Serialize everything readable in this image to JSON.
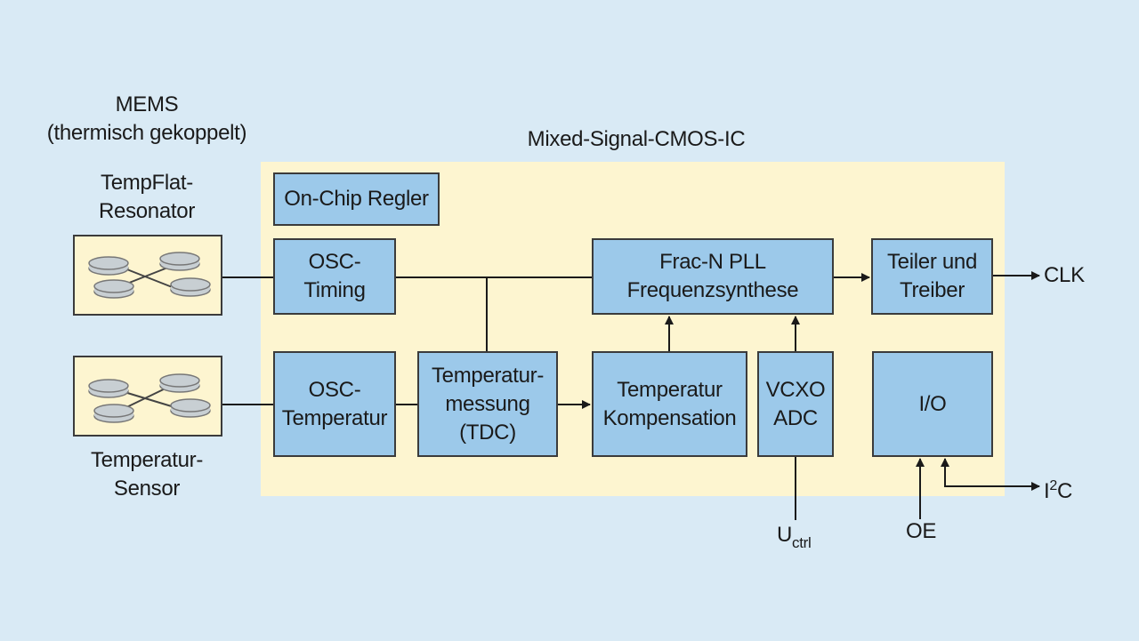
{
  "labels": {
    "mems_title_line1": "MEMS",
    "mems_title_line2": "(thermisch gekoppelt)",
    "ic_title": "Mixed-Signal-CMOS-IC",
    "resonator_line1": "TempFlat-",
    "resonator_line2": "Resonator",
    "sensor_line1": "Temperatur-",
    "sensor_line2": "Sensor",
    "clk": "CLK",
    "ctrl_main": "U",
    "ctrl_sub": "ctrl",
    "oe": "OE",
    "i2c_main": "I",
    "i2c_sup": "2",
    "i2c_tail": "C"
  },
  "blocks": {
    "regler": "On-Chip Regler",
    "osc_timing_line1": "OSC-",
    "osc_timing_line2": "Timing",
    "osc_temp_line1": "OSC-",
    "osc_temp_line2": "Temperatur",
    "tdc_line1": "Temperatur-",
    "tdc_line2": "messung",
    "tdc_line3": "(TDC)",
    "pll_line1": "Frac-N PLL",
    "pll_line2": "Frequenzsynthese",
    "komp_line1": "Temperatur",
    "komp_line2": "Kompensation",
    "vcxo_line1": "VCXO",
    "vcxo_line2": "ADC",
    "teiler_line1": "Teiler und",
    "teiler_line2": "Treiber",
    "io": "I/O"
  },
  "colors": {
    "background": "#d9eaf5",
    "ic_area": "#fdf5d0",
    "block_fill": "#9cc9ea",
    "stroke": "#3b3b3b",
    "disc_fill": "#c8cfd3"
  }
}
